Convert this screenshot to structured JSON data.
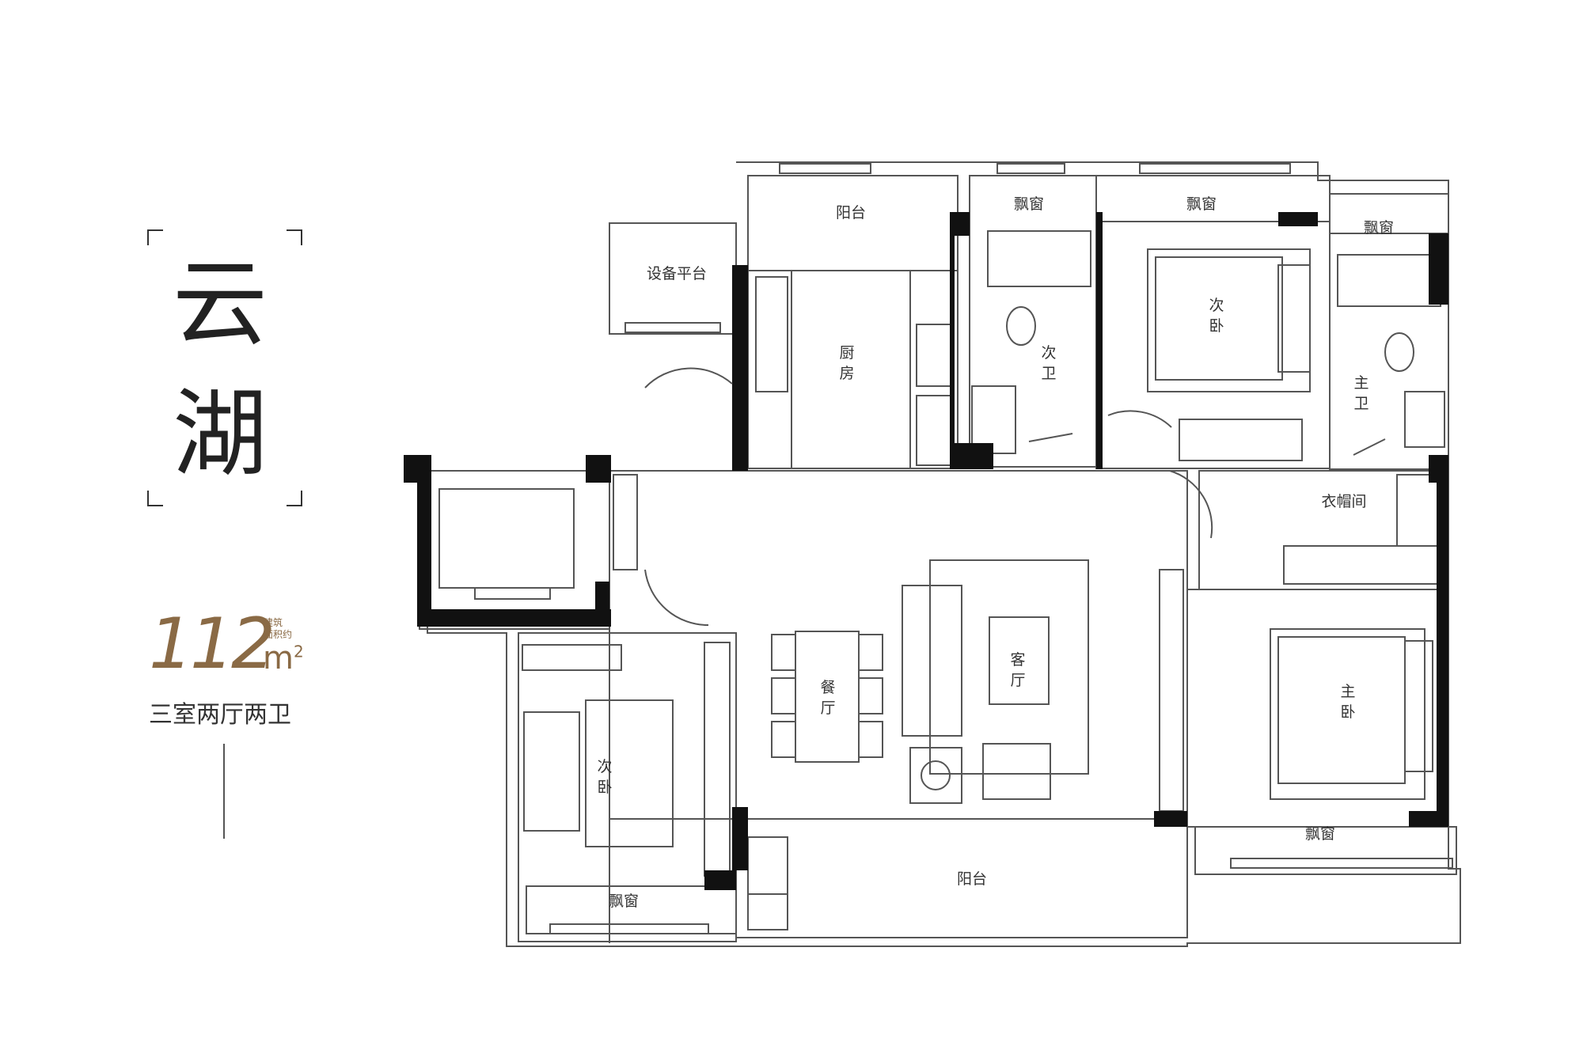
{
  "title": {
    "line1": "云",
    "line2": "湖"
  },
  "area": {
    "value": "112",
    "unit": "m",
    "unit_sup": "2",
    "note_line1": "建筑",
    "note_line2": "面积约"
  },
  "layout": "三室两厅两卫",
  "rooms": {
    "balcony_top": "阳台",
    "equipment_platform": "设备平台",
    "kitchen_1": "厨",
    "kitchen_2": "房",
    "bay_window_a": "飘窗",
    "bay_window_b": "飘窗",
    "bay_window_c": "飘窗",
    "sec_bath_1": "次",
    "sec_bath_2": "卫",
    "sec_bed_top_1": "次",
    "sec_bed_top_2": "卧",
    "master_bath_1": "主",
    "master_bath_2": "卫",
    "cloakroom": "衣帽间",
    "dining_1": "餐",
    "dining_2": "厅",
    "living_1": "客",
    "living_2": "厅",
    "master_bed_1": "主",
    "master_bed_2": "卧",
    "sec_bed_left_1": "次",
    "sec_bed_left_2": "卧",
    "bay_window_left": "飘窗",
    "balcony_bottom": "阳台",
    "bay_window_right": "飘窗"
  }
}
